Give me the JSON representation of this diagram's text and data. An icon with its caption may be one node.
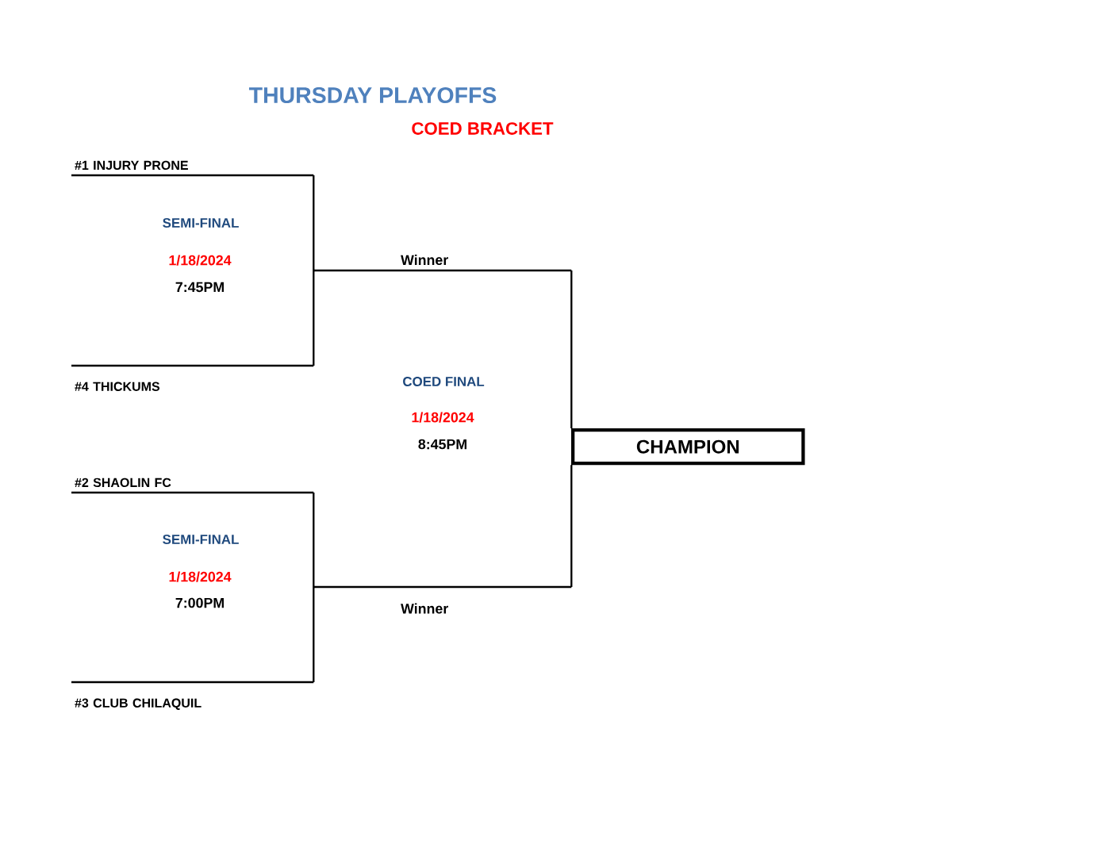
{
  "diagram": {
    "title": "THURSDAY PLAYOFFS",
    "nodes": [
      {
        "text": [
          "#1 INJURY PRONE"
        ]
      },
      {
        "text": [
          "#4 THICKUMS"
        ]
      },
      {
        "text": [
          "#2 SHAOLIN FC"
        ]
      },
      {
        "text": [
          "#3 CLUB CHILAQUIL"
        ]
      },
      {
        "text": [
          "Winner"
        ]
      },
      {
        "text": [
          "Winner"
        ]
      },
      {
        "text": [
          "CHAMPION"
        ]
      }
    ],
    "edges": [
      {
        "from": 0,
        "to": 4,
        "arrow": "none"
      },
      {
        "from": 1,
        "to": 4,
        "arrow": "none"
      },
      {
        "from": 2,
        "to": 5,
        "arrow": "none"
      },
      {
        "from": 3,
        "to": 5,
        "arrow": "none"
      },
      {
        "from": 4,
        "to": 6,
        "arrow": "none"
      },
      {
        "from": 5,
        "to": 6,
        "arrow": "none"
      }
    ],
    "labels": [
      "COED BRACKET",
      "SEMI-FINAL",
      "1/18/2024",
      "7:45PM",
      "COED FINAL",
      "1/18/2024",
      "8:45PM",
      "SEMI-FINAL",
      "1/18/2024",
      "7:00PM"
    ]
  }
}
